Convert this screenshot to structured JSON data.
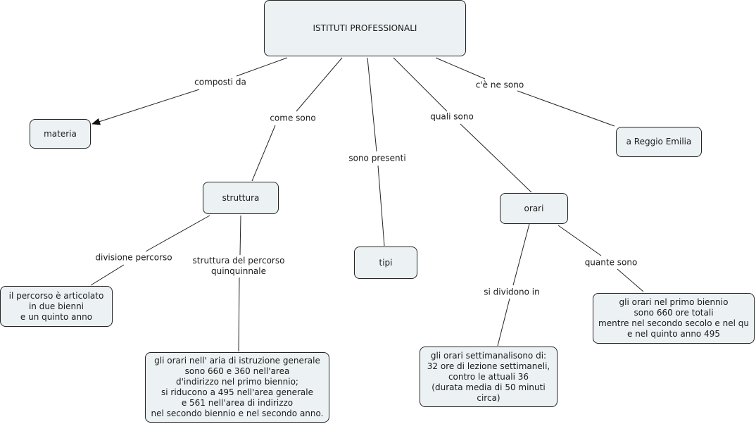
{
  "concept_map": {
    "root": "ISTITUTI PROFESSIONALI",
    "nodes": {
      "materia": "materia",
      "reggio": "a Reggio Emilia",
      "struttura": "struttura",
      "tipi": "tipi",
      "orari": "orari",
      "percorso": "il percorso è articolato\nin due bienni\ne un quinto anno",
      "orari_istruzione": "gli orari nell' aria di istruzione generale\nsono 660 e 360 nell'area\nd'indirizzo nel primo biennio;\nsi riducono a 495 nell'area generale\ne 561 nell'area di indirizzo\nnel secondo biennio e nel secondo anno.",
      "orari_settimanali": "gli orari settimanalisono di:\n32 ore di lezione settimaneli,\ncontro le attuali 36\n(durata media di 50 minuti\ncirca)",
      "orari_biennio": "gli orari nel primo biennio\nsono 660 ore totali\nmentre nel secondo secolo e nel qu\ne nel quinto anno 495"
    },
    "links": {
      "composti_da": "composti da",
      "come_sono": "come sono",
      "sono_presenti": "sono presenti",
      "quali_sono": "quali sono",
      "ce_ne_sono": "c'è ne sono",
      "divisione_percorso": "divisione percorso",
      "struttura_percorso": "struttura del percorso\nquinquinnale",
      "si_dividono_in": "si dividono in",
      "quante_sono": "quante sono"
    }
  }
}
